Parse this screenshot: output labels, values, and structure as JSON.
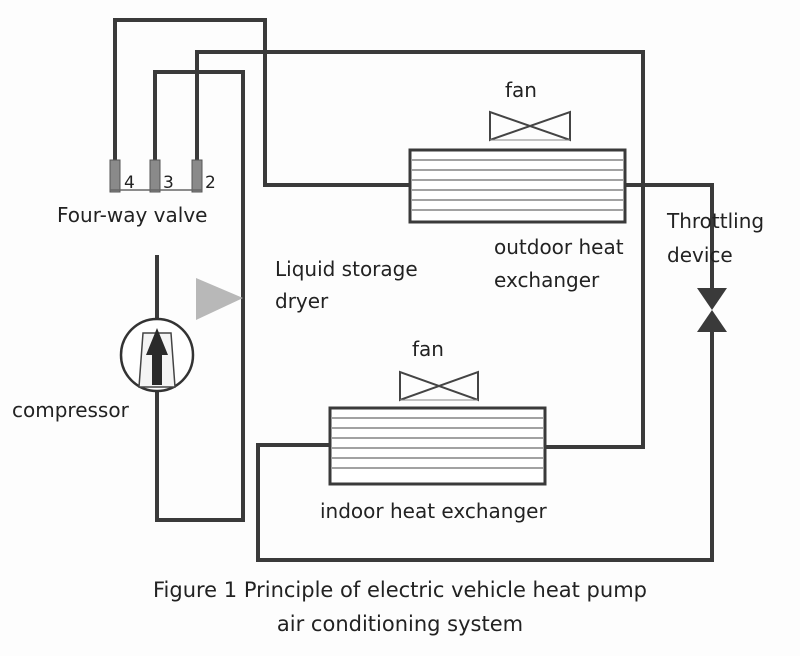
{
  "components": {
    "four_way_valve": {
      "label": "Four-way valve",
      "ports": [
        "4",
        "3",
        "2"
      ]
    },
    "compressor": {
      "label": "compressor"
    },
    "liquid_storage_dryer": {
      "label_line1": "Liquid storage",
      "label_line2": "dryer"
    },
    "outdoor_heat_exchanger": {
      "label_line1": "outdoor heat",
      "label_line2": "exchanger",
      "fan_label": "fan"
    },
    "indoor_heat_exchanger": {
      "label": "indoor heat exchanger",
      "fan_label": "fan"
    },
    "throttling_device": {
      "label_line1": "Throttling",
      "label_line2": "device"
    }
  },
  "caption": {
    "line1": "Figure 1 Principle of electric vehicle heat pump",
    "line2": "air conditioning system"
  }
}
